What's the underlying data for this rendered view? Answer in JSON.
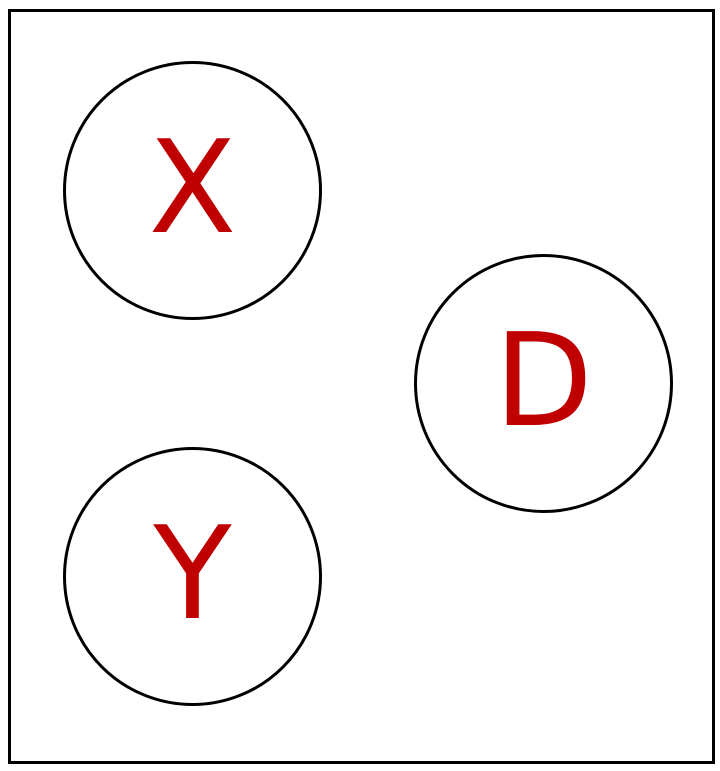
{
  "nodes": {
    "x": {
      "label": "X"
    },
    "d": {
      "label": "D"
    },
    "y": {
      "label": "Y"
    }
  },
  "colors": {
    "label": "#c00000",
    "stroke": "#000000",
    "background": "#ffffff"
  }
}
